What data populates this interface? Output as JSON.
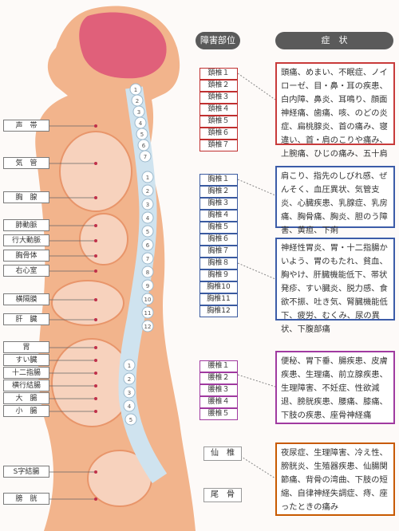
{
  "headers": {
    "region": "障害部位",
    "symptom": "症　状"
  },
  "organs": [
    {
      "id": "vocal",
      "label": "声　帯"
    },
    {
      "id": "trachea",
      "label": "気　管"
    },
    {
      "id": "chest",
      "label": "胸　腺"
    },
    {
      "id": "lungart",
      "label": "肺動脈"
    },
    {
      "id": "aorta",
      "label": "行大動脈"
    },
    {
      "id": "thymus",
      "label": "胸骨体"
    },
    {
      "id": "rv",
      "label": "右心室"
    },
    {
      "id": "hpancreas",
      "label": "横隔膜"
    },
    {
      "id": "liver",
      "label": "肝　臓"
    },
    {
      "id": "stomach",
      "label": "胃"
    },
    {
      "id": "pancreas",
      "label": "すい臓"
    },
    {
      "id": "duodenum",
      "label": "十二指腸"
    },
    {
      "id": "colon",
      "label": "横行結腸"
    },
    {
      "id": "large",
      "label": "大　腸"
    },
    {
      "id": "small",
      "label": "小　腸"
    },
    {
      "id": "sigmoid",
      "label": "S字結腸"
    },
    {
      "id": "bladder",
      "label": "膀　胱"
    }
  ],
  "cervical": [
    "頚椎１",
    "頚椎２",
    "頚椎３",
    "頚椎４",
    "頚椎５",
    "頚椎６",
    "頚椎７"
  ],
  "thoracic": [
    "胸椎１",
    "胸椎２",
    "胸椎３",
    "胸椎４",
    "胸椎５",
    "胸椎６",
    "胸椎７",
    "胸椎８",
    "胸椎９",
    "胸椎10",
    "胸椎11",
    "胸椎12"
  ],
  "lumbar": [
    "腰椎１",
    "腰椎２",
    "腰椎３",
    "腰椎４",
    "腰椎５"
  ],
  "sacrum": "仙　椎",
  "coccyx": "尾　骨",
  "symptoms": {
    "cervical": "頭痛、めまい、不眠症、ノイローゼ、目・鼻・耳の疾患、白内障、鼻炎、耳鳴り、顔面神経痛、歯痛、咳、のどの炎症、扁桃腺炎、首の痛み、寝違い、首・肩のこりや痛み、上腕痛、ひじの痛み、五十肩",
    "thoracic_upper": "肩こり、指先のしびれ感、ぜんそく、血圧異状、気管支炎、心臓疾患、乳腺症、乳房痛、胸骨痛、胸炎、胆のう障害、黄疸、下痢",
    "thoracic_lower": "神経性胃炎、胃・十二指腸かいよう、胃のもたれ、貧血、胸やけ、肝臓機能低下、帯状発疹、すい臓炎、脱力感、食欲不振、吐き気、腎臓機能低下、疲労、むくみ、尿の異状、下腹部痛",
    "lumbar": "便秘、胃下垂、腸疾患、皮膚疾患、生理痛、前立腺疾患、生理障害、不妊症、性欲減退、膀胱疾患、腰痛、膝痛、下肢の疾患、座骨神経痛",
    "sacral": "夜尿症、生理障害、冷え性、膀胱炎、生殖器疾患、仙腸関節痛、背骨の湾曲、下肢の短縮、自律神経失調症、痔、座ったときの痛み"
  },
  "vertebra_numbers": {
    "cervical": [
      "1",
      "2",
      "3",
      "4",
      "5",
      "6",
      "7"
    ],
    "thoracic": [
      "1",
      "2",
      "3",
      "4",
      "5",
      "6",
      "7",
      "8",
      "9",
      "10",
      "11",
      "12"
    ],
    "lumbar": [
      "1",
      "2",
      "3",
      "4",
      "5"
    ]
  },
  "colors": {
    "body": "#f2b48c",
    "body_dark": "#e8956a",
    "brain": "#e0607a",
    "spine": "#cfe3ef",
    "cervical": "#c83a3a",
    "thoracic": "#3c5ca8",
    "lumbar": "#a03aa0",
    "sacral": "#c85a00"
  }
}
